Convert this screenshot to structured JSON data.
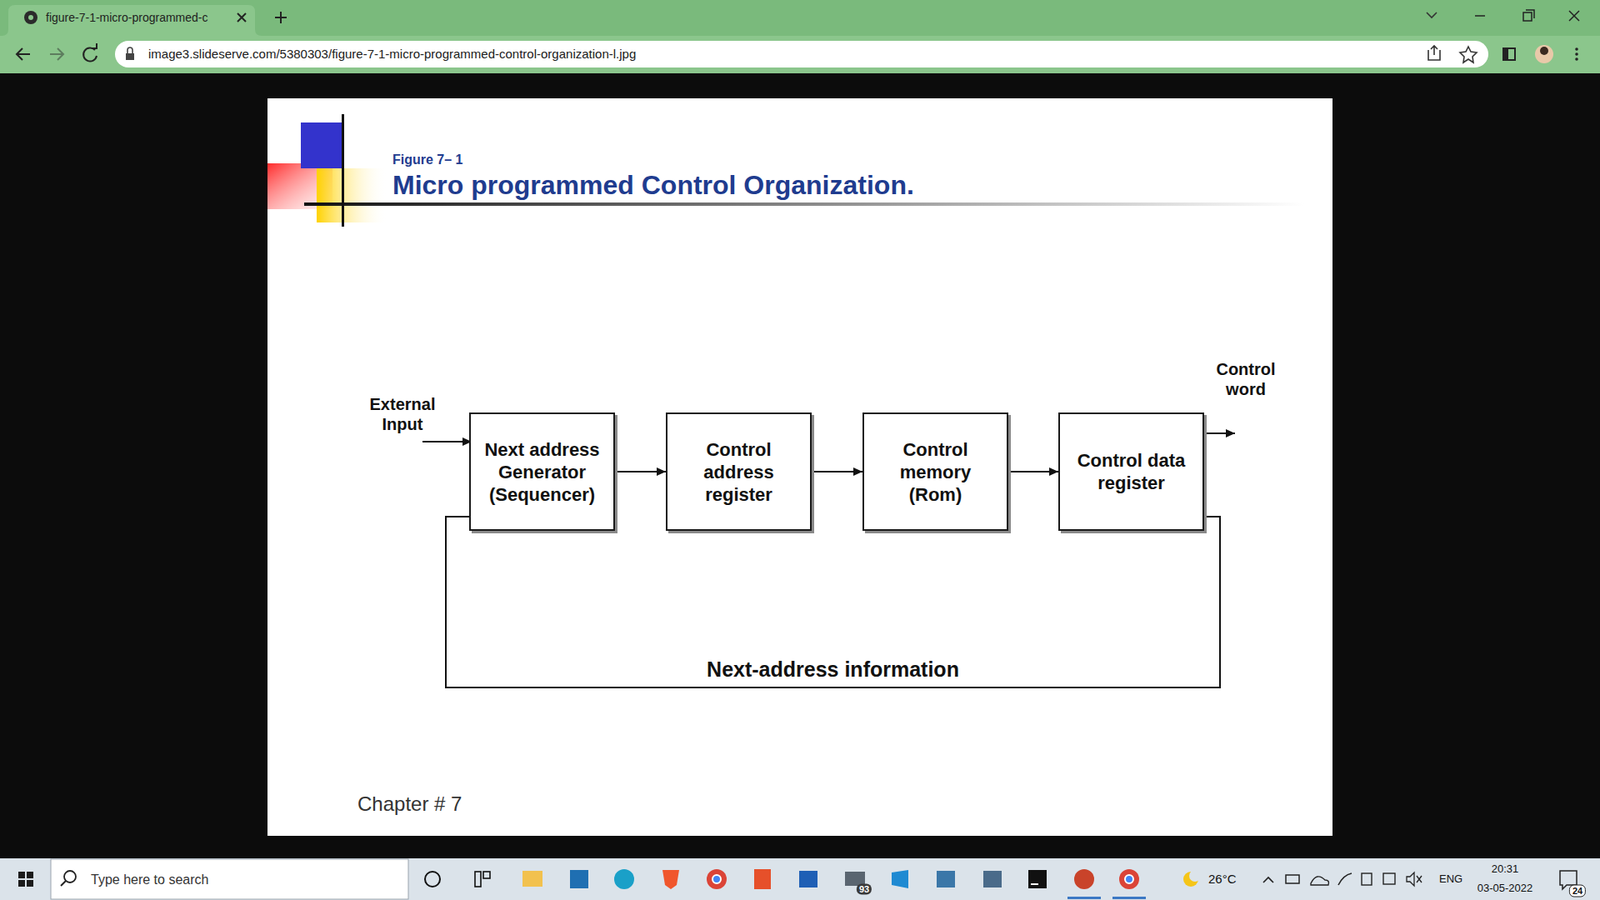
{
  "diagram": {
    "title": "Micro programmed Control Organization.",
    "nodes": [
      {
        "text": [
          "Next address Generator (Sequencer)"
        ]
      },
      {
        "text": [
          "Control address register"
        ]
      },
      {
        "text": [
          "Control memory (Rom)"
        ]
      },
      {
        "text": [
          "Control data register"
        ]
      }
    ],
    "edges": [
      {
        "from": 0,
        "to": 1,
        "arrow": "to"
      },
      {
        "from": 1,
        "to": 2,
        "arrow": "to"
      },
      {
        "from": 2,
        "to": 3,
        "arrow": "to"
      },
      {
        "from": 3,
        "to": 0,
        "label": "Next-address information",
        "arrow": "none"
      }
    ],
    "labels": [
      "figure-7-1-micro-programmed-c",
      "image3.slideserve.com/5380303/figure-7-1-micro-programmed-control-organization-l.jpg",
      "Figure 7– 1",
      "External Input",
      "Control word",
      "Chapter # 7",
      "Type here to search",
      "93",
      "26°C",
      "ENG",
      "20:31",
      "03-05-2022",
      "24"
    ]
  }
}
